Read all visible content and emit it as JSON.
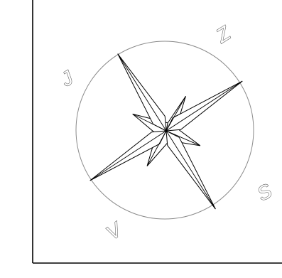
{
  "compass": {
    "labels": {
      "north": "Z",
      "east": "S",
      "south": "V",
      "west": "J"
    }
  }
}
